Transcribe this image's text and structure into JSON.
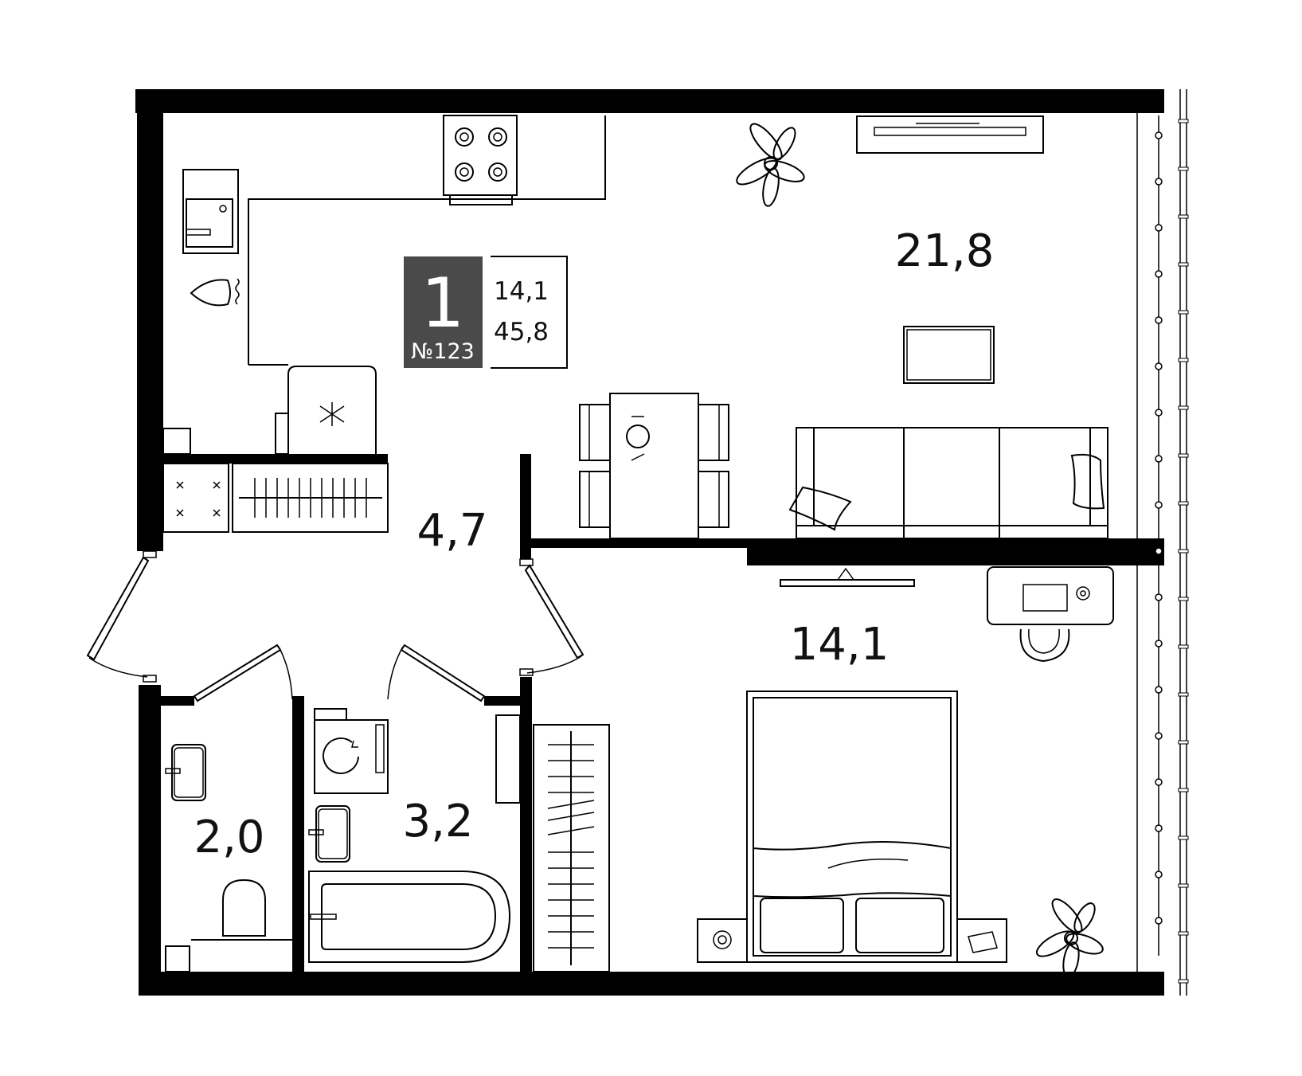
{
  "badge": {
    "rooms": "1",
    "apartment_number": "№123",
    "background_color": "#4a4a4a"
  },
  "summary": {
    "living_area": "14,1",
    "total_area": "45,8"
  },
  "rooms": {
    "kitchen_living": "21,8",
    "hallway": "4,7",
    "bedroom": "14,1",
    "bathroom": "3,2",
    "toilet": "2,0"
  }
}
